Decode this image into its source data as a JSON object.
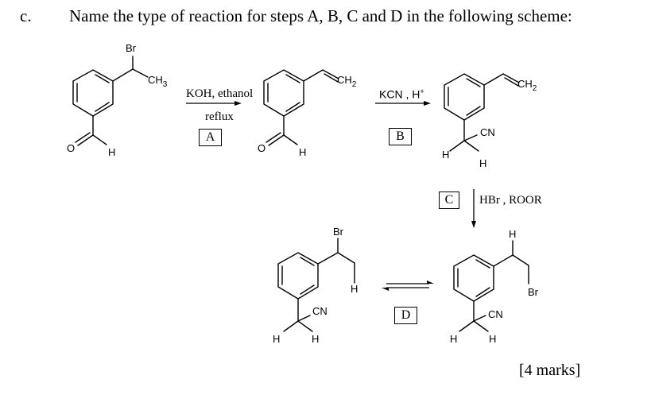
{
  "question": {
    "label": "c.",
    "text": "Name the type of reaction for steps A, B, C and D in the following scheme:",
    "marks": "[4 marks]"
  },
  "steps": {
    "A": {
      "box": "A",
      "reagent": "KOH, ethanol",
      "condition": "reflux"
    },
    "B": {
      "box": "B",
      "reagent": "KCN , H",
      "reagent_sup": "+"
    },
    "C": {
      "box": "C",
      "reagent": "HBr , ROOR"
    },
    "D": {
      "box": "D"
    }
  },
  "atoms": {
    "br": "Br",
    "ch3": "CH3",
    "ch2": "CH2",
    "h": "H",
    "o": "O",
    "cn": "CN"
  }
}
